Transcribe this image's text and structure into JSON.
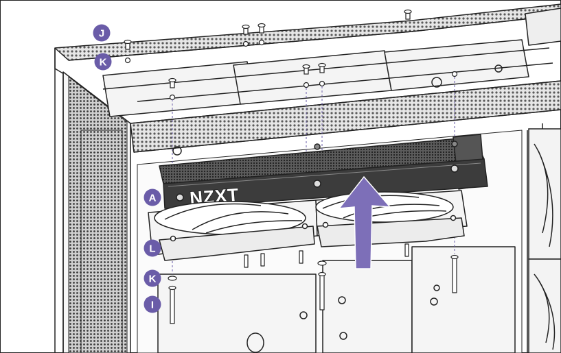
{
  "brand_logo": "NZXT",
  "callouts": {
    "j_top": "J",
    "k_top": "K",
    "a": "A",
    "l": "L",
    "k_bottom": "K",
    "i": "I"
  },
  "colors": {
    "callout": "#6a5ca8",
    "arrow": "#7d6fb8",
    "line": "#222222",
    "mesh": "#d9d9d9"
  },
  "icons": {
    "direction_arrow": "up-arrow-icon"
  }
}
